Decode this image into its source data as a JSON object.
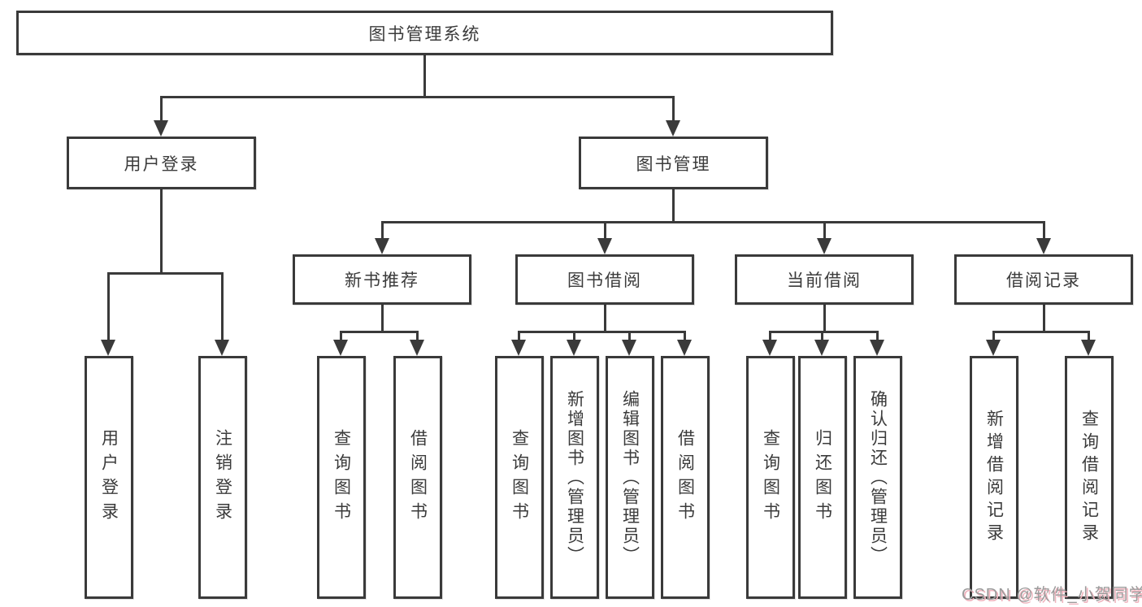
{
  "tree": {
    "root": {
      "label": "图书管理系统",
      "children": [
        {
          "label": "用户登录",
          "children": [
            {
              "label": "用户登录"
            },
            {
              "label": "注销登录"
            }
          ]
        },
        {
          "label": "图书管理",
          "children": [
            {
              "label": "新书推荐",
              "children": [
                {
                  "label": "查询图书"
                },
                {
                  "label": "借阅图书"
                }
              ]
            },
            {
              "label": "图书借阅",
              "children": [
                {
                  "label": "查询图书"
                },
                {
                  "label": "新增图书（管理员）"
                },
                {
                  "label": "编辑图书（管理员）"
                },
                {
                  "label": "借阅图书"
                }
              ]
            },
            {
              "label": "当前借阅",
              "children": [
                {
                  "label": "查询图书"
                },
                {
                  "label": "归还图书"
                },
                {
                  "label": "确认归还（管理员）"
                }
              ]
            },
            {
              "label": "借阅记录",
              "children": [
                {
                  "label": "新增借阅记录"
                },
                {
                  "label": "查询借阅记录"
                }
              ]
            }
          ]
        }
      ]
    }
  },
  "watermark": {
    "text": "CSDN @软件_小贺同学"
  },
  "colors": {
    "line": "#3a3a3a",
    "text": "#3b3b3b",
    "background": "#ffffff",
    "watermark_text": "#9b9b9b",
    "watermark_shadow": "#f0b3bd"
  }
}
